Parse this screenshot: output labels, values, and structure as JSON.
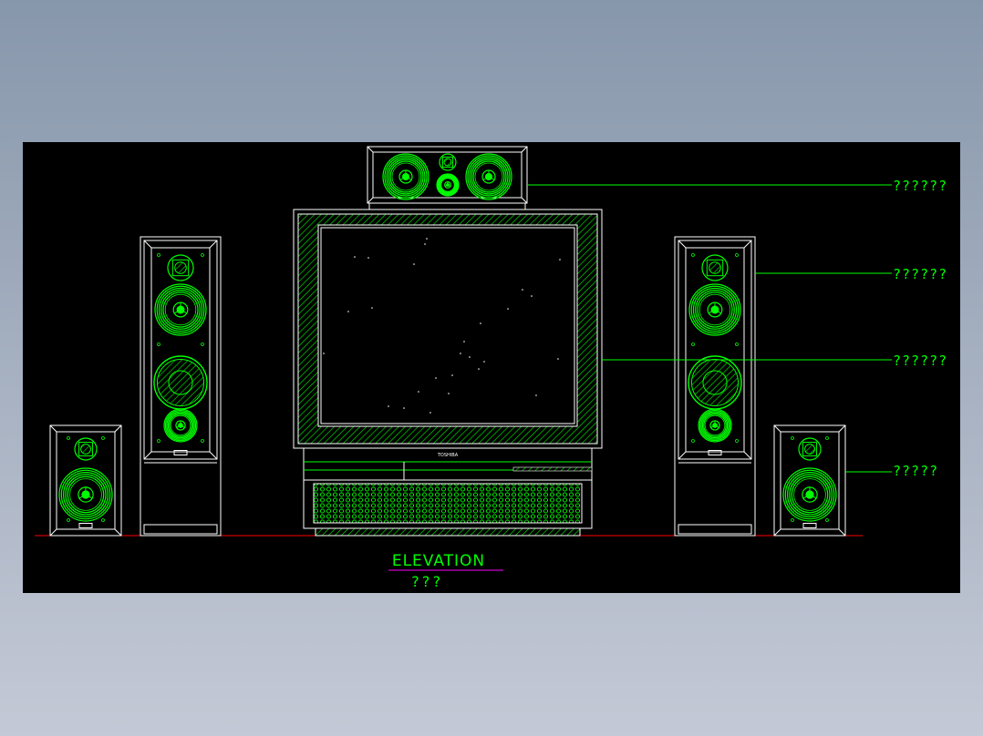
{
  "colors": {
    "background_top": "#8797ab",
    "background_bottom": "#c4c9d6",
    "canvas": "#000000",
    "line_white": "#ffffff",
    "line_green": "#00ff00",
    "floor_red": "#ff0000",
    "underline_magenta": "#ff00ff"
  },
  "drawing": {
    "title": "ELEVATION",
    "subtitle": "???",
    "tv_brand": "TOSHIBA",
    "callouts": [
      {
        "label": "??????",
        "target": "center-speaker"
      },
      {
        "label": "??????",
        "target": "right-tower-speaker"
      },
      {
        "label": "??????",
        "target": "television"
      },
      {
        "label": "?????",
        "target": "right-bookshelf-speaker"
      }
    ]
  }
}
